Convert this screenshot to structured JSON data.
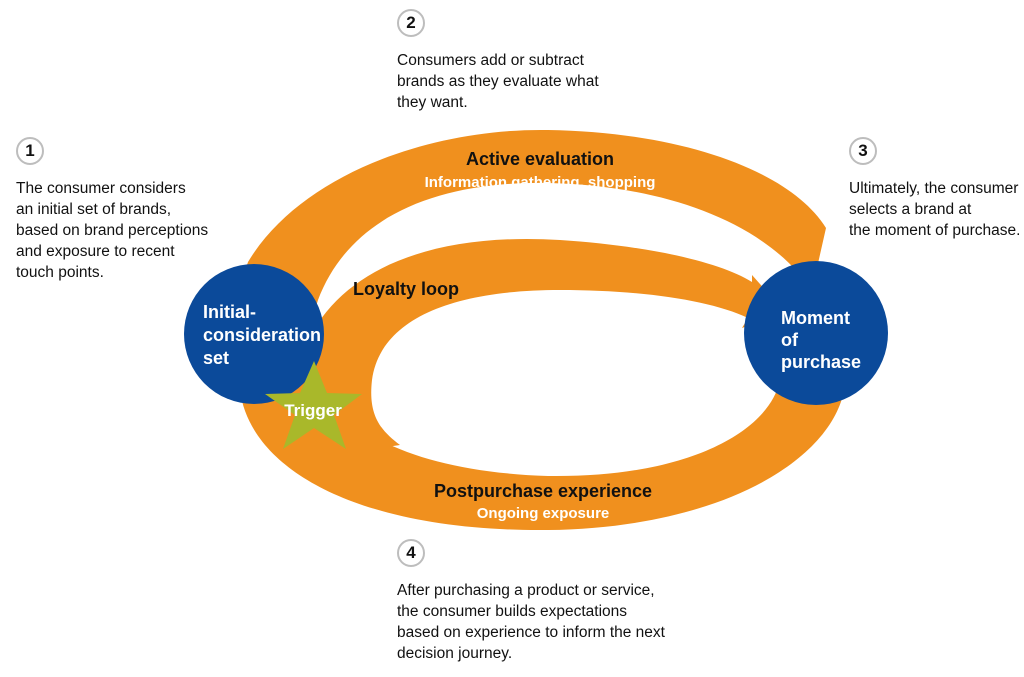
{
  "callouts": [
    {
      "number": "1",
      "text": "The consumer considers\nan initial set of brands,\nbased on brand perceptions\nand exposure to recent\ntouch points."
    },
    {
      "number": "2",
      "text": "Consumers add or subtract\nbrands as they evaluate what\nthey want."
    },
    {
      "number": "3",
      "text": "Ultimately, the consumer\nselects a brand at\nthe moment of purchase."
    },
    {
      "number": "4",
      "text": "After purchasing a product or service,\nthe consumer builds expectations\nbased on experience to inform the next\ndecision journey."
    }
  ],
  "bands": {
    "active_evaluation": {
      "title": "Active evaluation",
      "subtitle": "Information gathering, shopping"
    },
    "loyalty_loop": {
      "title": "Loyalty loop"
    },
    "postpurchase": {
      "title": "Postpurchase experience",
      "subtitle": "Ongoing exposure"
    }
  },
  "nodes": {
    "initial": {
      "line1": "Initial-",
      "line2": "consideration",
      "line3": "set"
    },
    "purchase": {
      "line1": "Moment",
      "line2": "of",
      "line3": "purchase"
    },
    "trigger": {
      "label": "Trigger"
    }
  },
  "colors": {
    "orange": "#F0901E",
    "blue": "#0B4A9A",
    "trigger_green": "#A9B82A",
    "badge_border": "#BDBDBD"
  }
}
